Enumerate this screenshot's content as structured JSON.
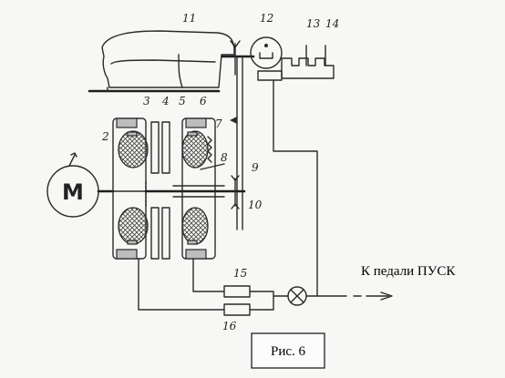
{
  "motor_label": "М",
  "callouts": [
    "2",
    "3",
    "4",
    "5",
    "6",
    "7",
    "8",
    "9",
    "10",
    "11",
    "12",
    "13",
    "14",
    "15",
    "16"
  ],
  "pedal_caption": "К педали ПУСК",
  "figure_caption": "Рис. 6",
  "colors": {
    "ink": "#2a2a2a",
    "hatch": "#444444",
    "shade": "#bdbdbd",
    "paper": "#f7f7f5"
  },
  "icons": [
    "motor-icon",
    "sewing-machine-icon",
    "lamp-icon",
    "resistor-icon",
    "arrow-icon"
  ]
}
